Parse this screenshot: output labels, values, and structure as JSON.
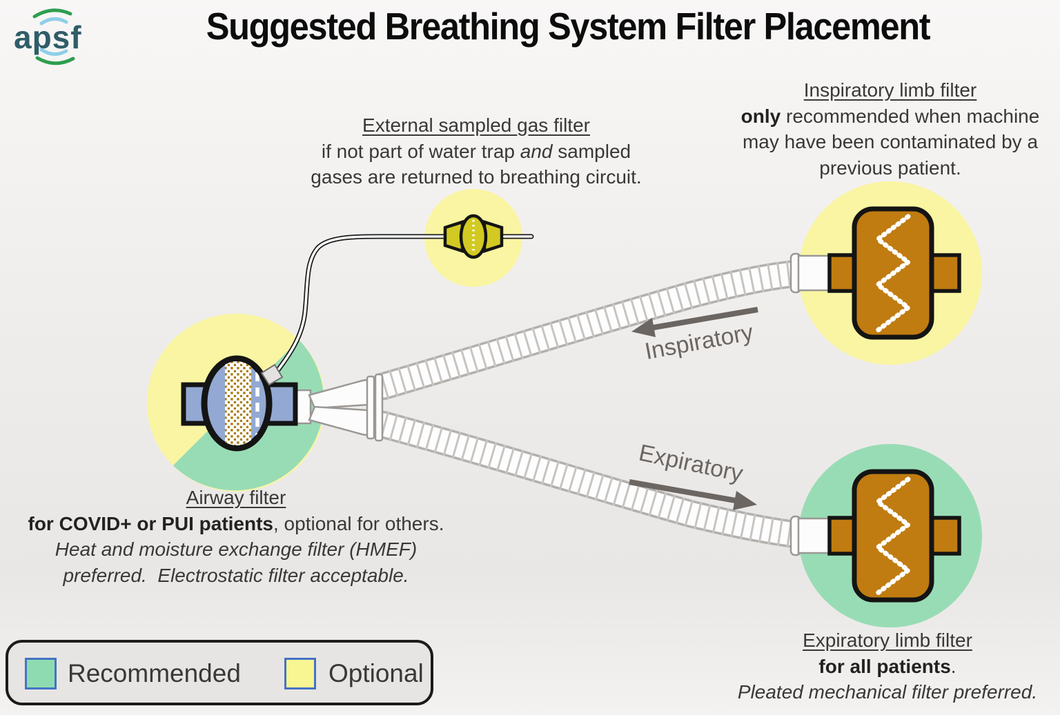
{
  "title": "Suggested Breathing System Filter Placement",
  "logo": {
    "text": "apsf"
  },
  "notes": {
    "external": {
      "heading": "External sampled gas filter",
      "line1_pre": "if not part of water trap ",
      "line1_em": "and",
      "line1_post": " sampled",
      "line2": "gases are returned to breathing circuit."
    },
    "inspiratory": {
      "heading": "Inspiratory limb filter",
      "line1_bold": "only",
      "line1_rest": " recommended when machine",
      "line2": "may have been contaminated by a",
      "line3": "previous patient."
    },
    "airway": {
      "heading": "Airway filter",
      "line1_bold": "for COVID+ or PUI patients",
      "line1_rest": ", optional for others.",
      "line2_italic": "Heat and moisture exchange filter (HMEF)",
      "line3_italic": "preferred.  Electrostatic filter acceptable."
    },
    "expiratory": {
      "heading": "Expiratory limb filter",
      "line1_bold": "for all patients",
      "line1_rest": ".",
      "line2_italic": "Pleated mechanical filter preferred."
    }
  },
  "flow_labels": {
    "inspiratory": "Inspiratory",
    "expiratory": "Expiratory"
  },
  "legend": {
    "recommended_label": "Recommended",
    "optional_label": "Optional",
    "recommended_color": "#8fdbb1",
    "optional_color": "#f8f593",
    "swatch_border_blue": "#4472c4"
  },
  "colors": {
    "zone_recommended_green": "#98dcb5",
    "zone_optional_yellow": "#f9f5a2",
    "filter_body_brown": "#c07c10",
    "airway_filter_blue": "#93a9d3",
    "sampled_gas_filter_olive": "#d2ca22",
    "arrow_label_gray": "#6b6662",
    "title_black": "#0c0c0c"
  },
  "icons": [
    "apsf-logo",
    "airway-filter-icon",
    "sampled-gas-filter-icon",
    "pleated-filter-icon-inspiratory",
    "pleated-filter-icon-expiratory",
    "corrugated-tube-inspiratory",
    "corrugated-tube-expiratory",
    "y-piece-icon",
    "sampling-line",
    "inspiratory-arrow",
    "expiratory-arrow"
  ]
}
